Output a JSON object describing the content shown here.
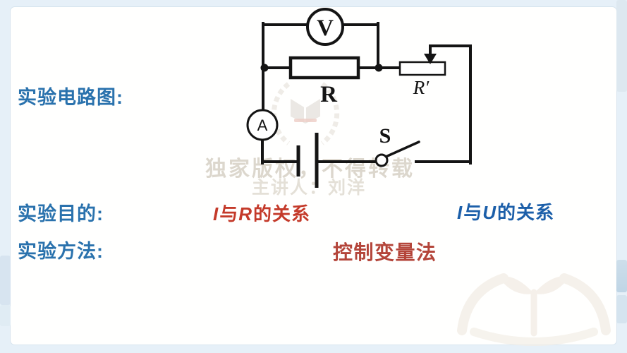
{
  "slide": {
    "section_labels": {
      "circuit_diagram": "实验电路图:",
      "purpose": "实验目的:",
      "method": "实验方法:"
    },
    "purpose_ir": {
      "var1": "I",
      "conj": "与",
      "var2": "R",
      "suffix": "的关系"
    },
    "purpose_iu": {
      "var1": "I",
      "conj": "与",
      "var2": "U",
      "suffix": "的关系"
    },
    "method_value": "控制变量法",
    "circuit": {
      "voltmeter_label": "V",
      "ammeter_label": "A",
      "resistor_label": "R",
      "rheostat_label": "R′",
      "switch_label": "S"
    },
    "watermark": {
      "line1": "独家版权，不得转载",
      "line2": "主讲人：刘洋"
    },
    "colors": {
      "section_label_blue": "#2a72ad",
      "ir_red": "#c43a2a",
      "iu_blue": "#1c5fa9",
      "method_red": "#b4453a",
      "watermark_gray": "#cfc8bd",
      "background_blue": "#e6f0f8",
      "circuit_black": "#141414"
    }
  }
}
